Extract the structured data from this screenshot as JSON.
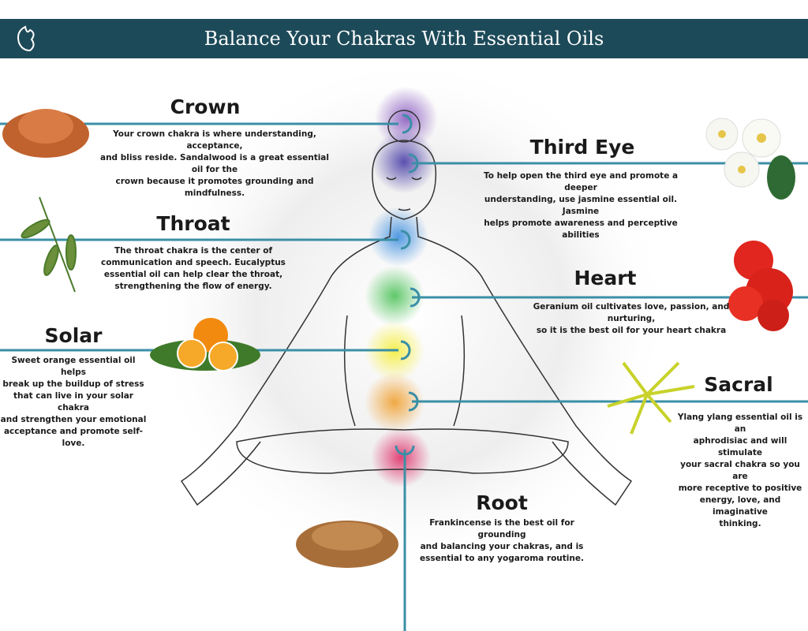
{
  "header": {
    "title": "Balance Your Chakras With Essential Oils",
    "logo_icon": "butterfly-logo-icon"
  },
  "colors": {
    "header": "#1d4a59",
    "line": "#3a8fa6"
  },
  "chakras": [
    {
      "name": "Crown",
      "desc": "Your crown chakra is where understanding, acceptance,\nand bliss reside. Sandalwood is a great essential oil for the\ncrown because it promotes grounding and mindfulness.",
      "oil": "sandalwood"
    },
    {
      "name": "Third Eye",
      "desc": "To help open the third eye and promote a deeper\nunderstanding, use jasmine essential oil.  Jasmine\nhelps promote awareness and perceptive abilities",
      "oil": "jasmine"
    },
    {
      "name": "Throat",
      "desc": "The throat chakra is the center of\ncommunication and speech.  Eucalyptus\nessential oil can help clear the throat,\nstrengthening the flow of energy.",
      "oil": "eucalyptus"
    },
    {
      "name": "Heart",
      "desc": "Geranium oil cultivates love, passion, and nurturing,\nso it is the best oil for your heart chakra",
      "oil": "geranium"
    },
    {
      "name": "Solar",
      "desc": "Sweet orange essential oil helps\nbreak up the buildup of stress\nthat can live in your solar chakra\nand strengthen your emotional\nacceptance and promote self-love.",
      "oil": "orange"
    },
    {
      "name": "Sacral",
      "desc": "Ylang ylang essential oil is an\naphrodisiac and will stimulate\nyour sacral chakra so you are\nmore receptive to positive\nenergy, love, and imaginative\nthinking.",
      "oil": "ylang ylang"
    },
    {
      "name": "Root",
      "desc": "Frankincense is the best oil for grounding\nand balancing your chakras, and is\nessential to any yogaroma routine.",
      "oil": "frankincense"
    }
  ]
}
